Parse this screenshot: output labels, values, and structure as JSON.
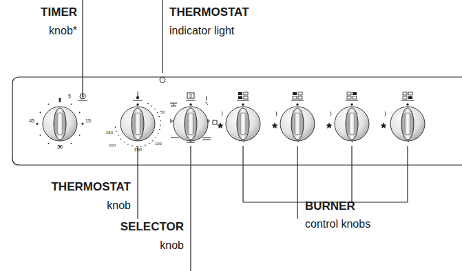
{
  "diagram": {
    "labels": [
      "TIMER",
      "knob*",
      "THERMOSTAT",
      "indicator light",
      "THERMOSTAT",
      "knob",
      "SELECTOR",
      "knob",
      "BURNER",
      "control knobs",
      "5",
      "15",
      "30",
      "45",
      "50",
      "100",
      "150",
      "200",
      "250",
      "0"
    ]
  }
}
